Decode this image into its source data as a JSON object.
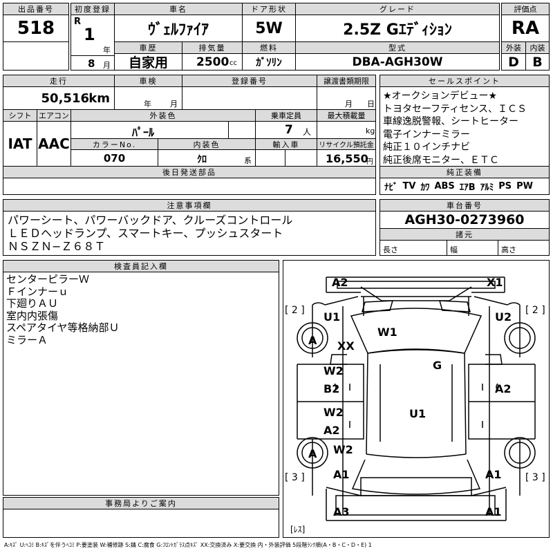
{
  "header": {
    "lot_no_label": "出品番号",
    "lot_no": "518",
    "first_reg_label": "初度登録",
    "era": "R",
    "year": "1",
    "year_unit": "年",
    "month": "8",
    "month_unit": "月",
    "car_name_label": "車名",
    "car_name": "ｳﾞｪﾙﾌｧｲｱ",
    "door_label": "ドア形状",
    "door": "5W",
    "grade_label": "グレード",
    "grade": "2.5Z Gｴﾃﾞｨｼｮﾝ",
    "score_label": "評価点",
    "score": "RA",
    "history_label": "車歴",
    "history": "自家用",
    "displacement_label": "排気量",
    "displacement": "2500",
    "displacement_unit": "cc",
    "fuel_label": "燃料",
    "fuel": "ｶﾞｿﾘﾝ",
    "model_label": "型式",
    "model": "DBA-AGH30W",
    "exterior_label": "外装",
    "exterior": "D",
    "interior_label": "内装",
    "interior": "B"
  },
  "row2": {
    "mileage_label": "走行",
    "mileage": "50,516",
    "mileage_unit": "km",
    "inspection_label": "車検",
    "insp_year_unit": "年",
    "insp_month_unit": "月",
    "regno_label": "登録番号",
    "transfer_label": "譲渡書類期限",
    "transfer_month_unit": "月",
    "transfer_day_unit": "日",
    "shift_label": "シフト",
    "shift": "IAT",
    "ac_label": "エアコン",
    "ac": "AAC",
    "color_label": "外装色",
    "color": "ﾊﾟｰﾙ",
    "capacity_label": "乗車定員",
    "capacity": "7",
    "capacity_unit": "人",
    "loadcap_label": "最大積載量",
    "loadcap_unit": "kg",
    "colorno_label": "カラーNo.",
    "colorno": "070",
    "intcolor_label": "内装色",
    "intcolor": "ｸﾛ",
    "intcolor_unit": "系",
    "import_label": "輸入車",
    "recycle_label": "リサイクル預託金",
    "recycle": "16,550",
    "recycle_unit": "円",
    "later_label": "後日発送部品"
  },
  "sales": {
    "label": "セールスポイント",
    "points": [
      "★オークションデビュー★",
      "トヨタセーフティセンス、ＩＣＳ",
      "車線逸脱警報、シートヒーター",
      "電子インナーミラー",
      "純正１０インチナビ",
      "純正後席モニター、ＥＴＣ"
    ],
    "equip_label": "純正装備",
    "equip": [
      "ﾅﾋﾞ",
      "TV",
      "ｶﾜ",
      "ABS",
      "ｴｱB",
      "ｱﾙﾐ",
      "PS",
      "PW"
    ]
  },
  "notes": {
    "label": "注意事項欄",
    "lines": [
      "パワーシート、パワーバックドア、クルーズコントロール",
      "ＬＥＤヘッドランプ、スマートキー、プッシュスタート",
      "ＮＳＺＮ−Ｚ６８Ｔ"
    ]
  },
  "chassis": {
    "label": "車台番号",
    "number": "AGH30-0273960",
    "spec_label": "諸元",
    "length_label": "長さ",
    "width_label": "幅",
    "height_label": "高さ"
  },
  "inspector": {
    "label": "検査員記入欄",
    "lines": [
      "センターピラーＷ",
      "Ｆインナーｕ",
      "下廻りＡＵ",
      "室内内張傷",
      "スペアタイヤ等格納部Ｕ",
      "ミラーＡ"
    ]
  },
  "office": {
    "label": "事務局よりご案内"
  },
  "diagram": {
    "marks": {
      "a2_top": "A2",
      "x1_top": "X1",
      "u1_left": "U1",
      "u2_right": "U2",
      "a_wheel_fl": "A",
      "xx": "XX",
      "w1": "W1",
      "g": "G",
      "w2_1": "W2",
      "b2": "B2",
      "a2_r": "A2",
      "w2_2": "W2",
      "a2_l": "A2",
      "u1_mid": "U1",
      "a_wheel_rl": "A",
      "w2_3": "W2",
      "a1_l": "A1",
      "a1_r": "A1",
      "a3": "A3",
      "a1_bot": "A1"
    },
    "brackets": {
      "fl": "[ 2 ]",
      "fr": "[ 2 ]",
      "rl": "[ 3 ]",
      "rr": "[ 3 ]",
      "les": "[ﾚｽ]"
    }
  },
  "legend": "A:ｷｽﾞ U:ﾍｺﾐ B:ｷｽﾞを伴うﾍｺﾐ P:要塗装 W:補修跡 S:錆 C:腐食 G:ﾌﾛﾝﾄｶﾞﾗｽ点ｷｽﾞ XX:交換済み X:要交換 内・外装評価 5段階ﾗﾝｸ順(A・B・C・D・E) 1"
}
